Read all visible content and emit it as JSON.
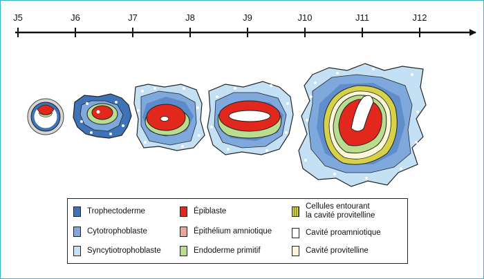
{
  "timeline": {
    "days": [
      "J5",
      "J6",
      "J7",
      "J8",
      "J9",
      "J10",
      "J11",
      "J12"
    ]
  },
  "stages": [
    {
      "day": "J5"
    },
    {
      "day": "J6"
    },
    {
      "day": "J7"
    },
    {
      "day": "J8-J9"
    },
    {
      "day": "J11-J12"
    }
  ],
  "legend": {
    "items": [
      {
        "label": "Trophectoderme",
        "color": "#3f73b8"
      },
      {
        "label": "Cytotrophoblaste",
        "color": "#7fa8dc"
      },
      {
        "label": "Syncytiotrophoblaste",
        "color": "#c4e0f5"
      },
      {
        "label": "Épiblaste",
        "color": "#e2271c"
      },
      {
        "label": "Épithélium amniotique",
        "color": "#f0a39a"
      },
      {
        "label": "Endoderme primitif",
        "color": "#b9dc8e"
      },
      {
        "label": "Cellules entourant\nla cavité provitelline",
        "color": "#d5d24a"
      },
      {
        "label": "Cavité proamniotique",
        "color": "#ffffff"
      },
      {
        "label": "Cavité provitelline",
        "color": "#fbf6d8"
      }
    ]
  },
  "colors": {
    "frame": "#3ab0c8",
    "trophectoderm": "#3f73b8",
    "cytotrophoblast": "#7fa8dc",
    "syncytiotrophoblast": "#c4e0f5",
    "epiblast": "#e2271c",
    "primitive_endoderm": "#b9dc8e",
    "provitelline_cells": "#d5d24a",
    "provitelline_cavity": "#fbf6d8"
  }
}
